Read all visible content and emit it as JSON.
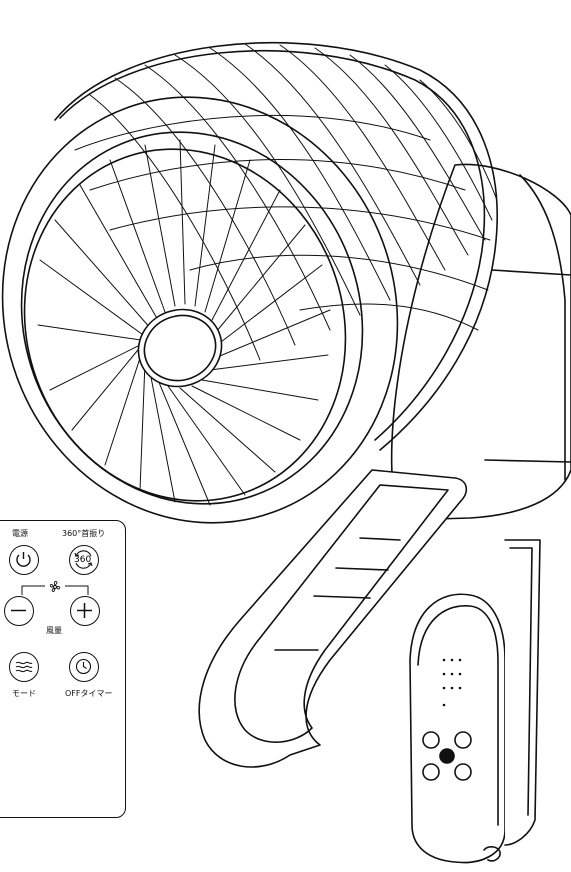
{
  "remote": {
    "power_label": "電源",
    "swing_label": "360°首振り",
    "swing_icon_text": "360",
    "fan_speed_label": "風量",
    "mode_label": "モード",
    "timer_label": "OFFタイマー"
  },
  "icons": [
    "power-icon",
    "rotate-360-icon",
    "fan-icon",
    "minus-icon",
    "plus-icon",
    "wind-waves-icon",
    "clock-icon"
  ],
  "colors": {
    "line": "#111111",
    "background": "#ffffff"
  }
}
